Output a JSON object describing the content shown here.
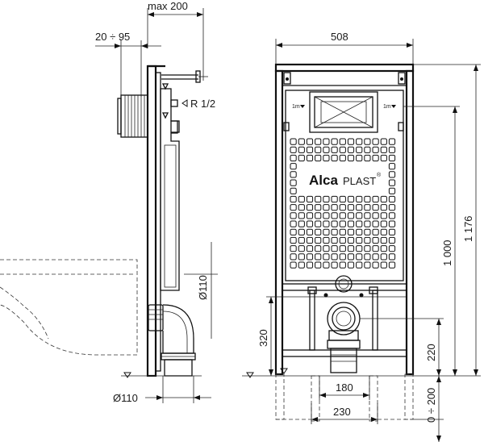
{
  "dimensions": {
    "max_offset": "max 200",
    "offset_range": "20 ÷ 95",
    "thread": "R 1/2",
    "pipe_upper": "Ø110",
    "pipe_lower": "Ø110",
    "width_frame": "508",
    "height_total": "1 176",
    "height_1000": "1 000",
    "height_320": "320",
    "height_220": "220",
    "foot_range": "0 ÷ 200",
    "width_180": "180",
    "width_230": "230"
  },
  "brand": {
    "alca": "Alca",
    "plast": "PLAST",
    "reg": "®"
  },
  "markers": {
    "level_left": "1m",
    "level_right": "1m"
  }
}
